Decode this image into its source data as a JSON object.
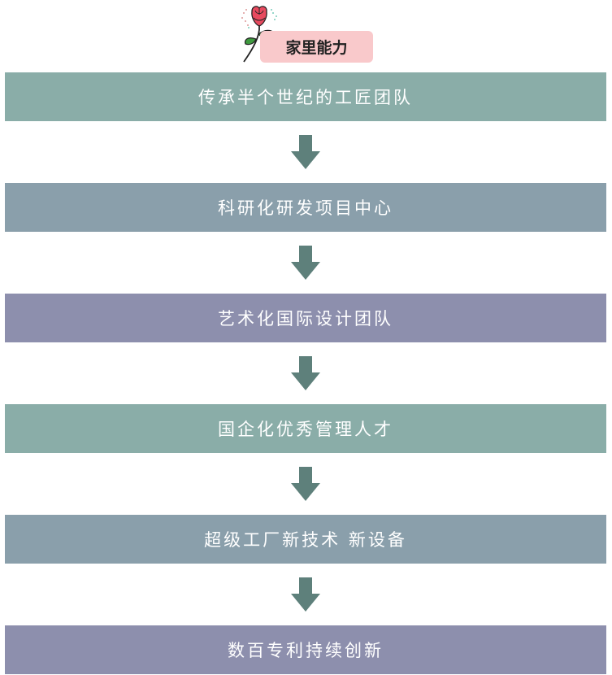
{
  "header": {
    "title": "家里能力",
    "icon": "rose-icon"
  },
  "colors": {
    "teal": "#8aada8",
    "slate": "#8a9fab",
    "lavender": "#8d8fad",
    "arrow": "#5e807b",
    "badge": "#f9c9cb"
  },
  "steps": [
    {
      "label": "传承半个世纪的工匠团队",
      "color": "#8aada8"
    },
    {
      "label": "科研化研发项目中心",
      "color": "#8a9fab"
    },
    {
      "label": "艺术化国际设计团队",
      "color": "#8d8fad"
    },
    {
      "label": "国企化优秀管理人才",
      "color": "#8aada8"
    },
    {
      "label": "超级工厂新技术 新设备",
      "color": "#8a9fab"
    },
    {
      "label": "数百专利持续创新",
      "color": "#8d8fad"
    }
  ]
}
